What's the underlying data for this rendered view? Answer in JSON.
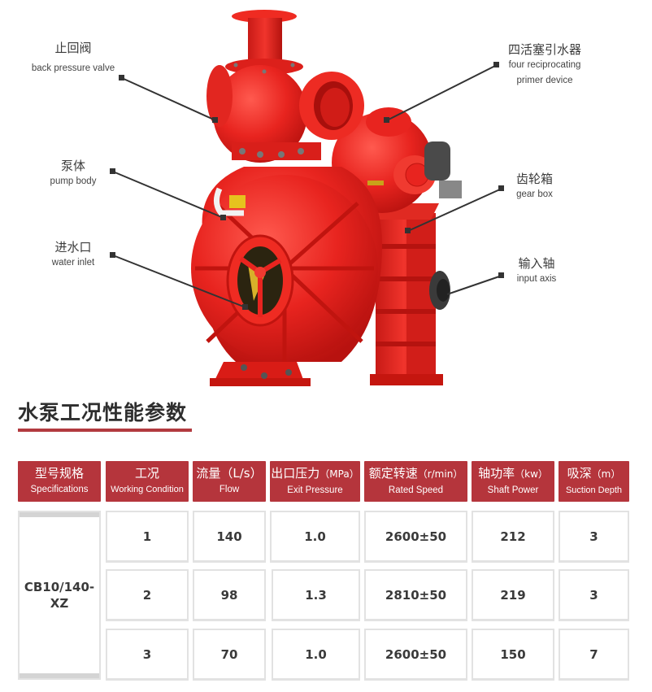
{
  "callouts": {
    "back_pressure_valve": {
      "zh": "止回阀",
      "en": "back pressure valve"
    },
    "pump_body": {
      "zh": "泵体",
      "en": "pump body"
    },
    "water_inlet": {
      "zh": "进水口",
      "en": "water inlet"
    },
    "primer_device": {
      "zh": "四活塞引水器",
      "en_line1": "four reciprocating",
      "en_line2": "primer device"
    },
    "gear_box": {
      "zh": "齿轮箱",
      "en": "gear box"
    },
    "input_axis": {
      "zh": "输入轴",
      "en": "input axis"
    }
  },
  "section": {
    "title": "水泵工况性能参数"
  },
  "colors": {
    "accent_red": "#b5353c",
    "pump_red": "#e8241f"
  },
  "table": {
    "headers": [
      {
        "zh": "型号规格",
        "unit": "",
        "en": "Specifications"
      },
      {
        "zh": "工况",
        "unit": "",
        "en": "Working Condition"
      },
      {
        "zh": "流量",
        "unit": "（L/s）",
        "en": "Flow"
      },
      {
        "zh": "出口压力",
        "unit": "（MPa）",
        "en": "Exit Pressure"
      },
      {
        "zh": "额定转速",
        "unit": "（r/min）",
        "en": "Rated Speed"
      },
      {
        "zh": "轴功率",
        "unit": "（kw）",
        "en": "Shaft Power"
      },
      {
        "zh": "吸深",
        "unit": "（m）",
        "en": "Suction Depth"
      }
    ],
    "model": {
      "line1": "CB10/140-",
      "line2": "XZ"
    },
    "rows": [
      {
        "condition": "1",
        "flow": "140",
        "pressure": "1.0",
        "speed": "2600±50",
        "power": "212",
        "depth": "3"
      },
      {
        "condition": "2",
        "flow": "98",
        "pressure": "1.3",
        "speed": "2810±50",
        "power": "219",
        "depth": "3"
      },
      {
        "condition": "3",
        "flow": "70",
        "pressure": "1.0",
        "speed": "2600±50",
        "power": "150",
        "depth": "7"
      }
    ]
  }
}
